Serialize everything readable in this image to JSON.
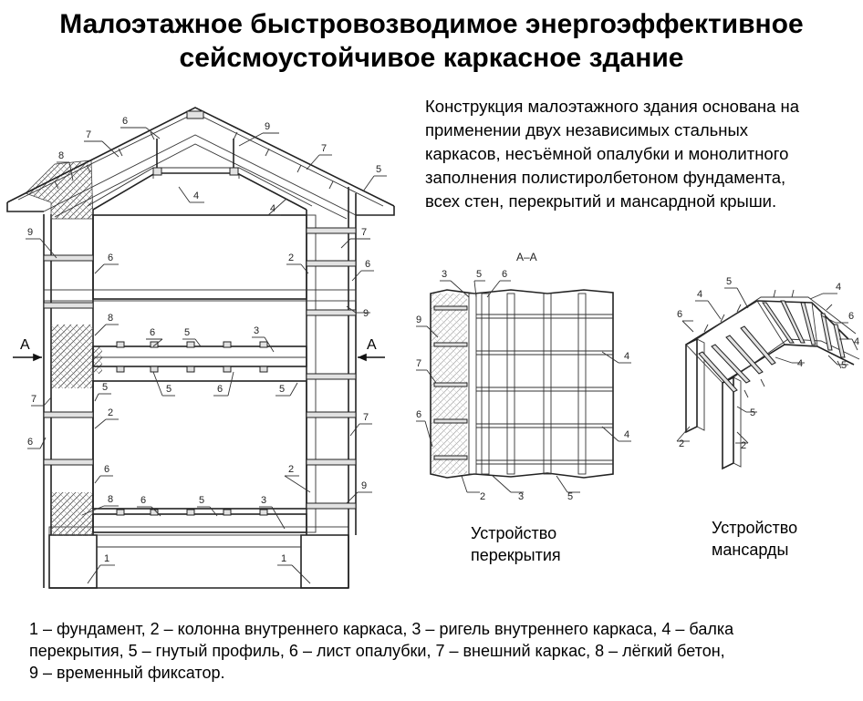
{
  "title": {
    "line1": "Малоэтажное быстровозводимое энергоэффективное",
    "line2": "сейсмоустойчивое каркасное здание"
  },
  "description": {
    "lines": [
      "Конструкция малоэтажного здания основана на",
      "применении двух независимых стальных",
      "каркасов, несъёмной опалубки и монолитного",
      "заполнения полистиролбетоном фундамента,",
      "всех стен, перекрытий и мансардной крыши."
    ]
  },
  "section_marks": {
    "left": "А",
    "right": "А",
    "title": "А–А"
  },
  "callouts": {
    "n1": "1",
    "n2": "2",
    "n3": "3",
    "n4": "4",
    "n5": "5",
    "n6": "6",
    "n7": "7",
    "n8": "8",
    "n9": "9"
  },
  "captions": {
    "floor": {
      "line1": "Устройство",
      "line2": "перекрытия"
    },
    "attic": {
      "line1": "Устройство",
      "line2": "мансарды"
    }
  },
  "legend": {
    "lines": [
      "1 – фундамент, 2 – колонна внутреннего каркаса, 3 – ригель внутреннего каркаса, 4 – балка",
      "перекрытия, 5 – гнутый профиль, 6 – лист опалубки, 7 – внешний каркас, 8 – лёгкий бетон,",
      "9 – временный фиксатор."
    ]
  },
  "colors": {
    "text": "#000000",
    "line": "#222222",
    "hatch": "#666666",
    "background": "#ffffff"
  }
}
